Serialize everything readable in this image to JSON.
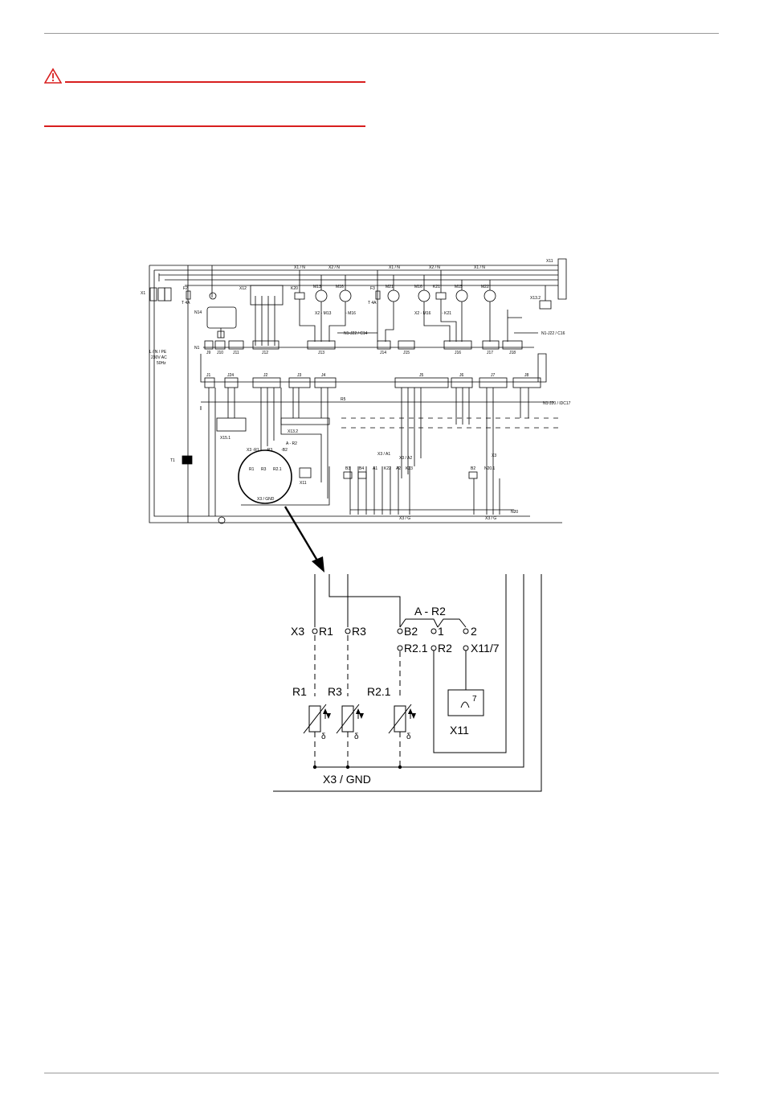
{
  "colors": {
    "warning": "#d81e1e",
    "rule": "#9a9a9a",
    "line": "#000000"
  },
  "warning": {
    "icon": "warning-triangle-icon"
  },
  "overview": {
    "labels": {
      "x1": "X1",
      "f2": "F2",
      "t4a_1": "T 4A",
      "x12": "X12",
      "n14": "N14",
      "k20": "K20",
      "m13": "M13",
      "m16a": "M16",
      "f3": "F3",
      "t4a_2": "T 4A",
      "m21": "M21",
      "m16b": "M16",
      "k21": "K21",
      "m15": "M15",
      "m22": "M22",
      "x11_top": "X11",
      "x13_2": "X13.2",
      "x1n_a": "X1 / N",
      "x2n_a": "X2 / N",
      "x1n_b": "X1 / N",
      "x2n_b": "X2 / N",
      "x1n_c": "X1 / N",
      "x2m13": "X2 ◦ M13",
      "m16_lbl": "◦ M16",
      "x2m16": "X2 ◦ M16",
      "k21_lbl": "◦ K21",
      "n1_j22": "N1-J22 / C14",
      "n1_j23": "N1-J22 / C16",
      "n1_j20": "N1-J20 / IDC17",
      "supply": "L / N / PE",
      "voltage": "230V AC",
      "freq": "50Hz",
      "n1": "N1",
      "j9": "J9",
      "j10": "J10",
      "j11": "J11",
      "j12": "J12",
      "j13": "J13",
      "j14": "J14",
      "j15": "J15",
      "j16": "J16",
      "j17": "J17",
      "j18": "J18",
      "j1": "J1",
      "j24": "J24",
      "j2": "J2",
      "j3": "J3",
      "j4": "J4",
      "j5": "J5",
      "j6": "J6",
      "j7": "J7",
      "j8": "J8",
      "r5": "R5",
      "x15_1": "X15.1",
      "x13_2b": "X13.2",
      "t1": "T1",
      "x3r1": "X3 ◦R1",
      "r3": "◦R3",
      "b2": "◦B2",
      "a_r2": "A - R2",
      "r1": "R1",
      "r3b": "R3",
      "r2_1": "R2.1",
      "x11_small": "X11",
      "x3gnd": "X3 / GND",
      "b3": "B3",
      "b4": "B4",
      "a1": "A1",
      "k22": "K22",
      "a2": "A2",
      "k23": "K23",
      "x3a1": "X3 / A1",
      "x3a2": "X3 / A2",
      "b2b": "B2",
      "n20_1": "N20.1",
      "x3": "X3",
      "x3g_1": "X3 / G",
      "x3g_2": "X3 / G",
      "n20": "N20"
    }
  },
  "detail": {
    "labels": {
      "x3": "X3",
      "r1_term": "R1",
      "r3_term": "R3",
      "b2_term": "B2",
      "a_r2": "A - R2",
      "term_1": "1",
      "term_2": "2",
      "r2_1_term": "R2.1",
      "r2_term": "R2",
      "x11_7": "X11/7",
      "r1": "R1",
      "r3": "R3",
      "r2_1": "R2.1",
      "delta_1": "δ",
      "delta_2": "δ",
      "delta_3": "δ",
      "seven": "7",
      "x11": "X11",
      "x3_gnd": "X3 / GND"
    }
  }
}
